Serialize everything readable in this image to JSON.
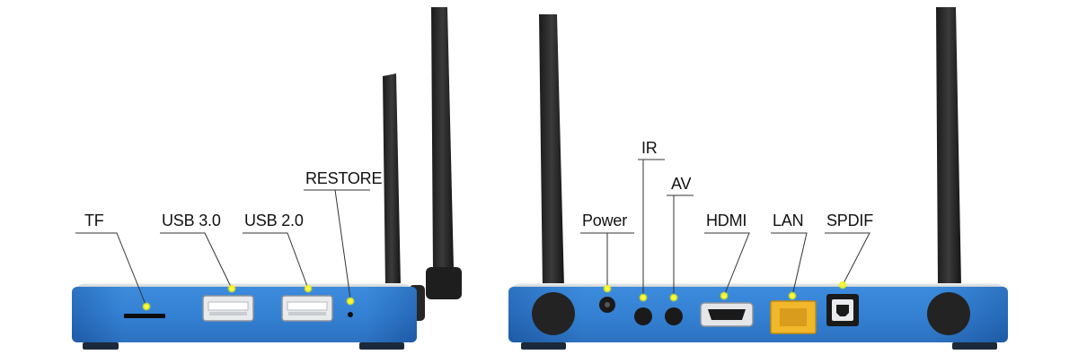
{
  "front_panel": {
    "ports": [
      {
        "id": "tf",
        "label": "TF"
      },
      {
        "id": "usb3",
        "label": "USB 3.0"
      },
      {
        "id": "usb2",
        "label": "USB 2.0"
      },
      {
        "id": "restore",
        "label": "RESTORE"
      }
    ]
  },
  "back_panel": {
    "ports": [
      {
        "id": "power",
        "label": "Power"
      },
      {
        "id": "ir",
        "label": "IR"
      },
      {
        "id": "av",
        "label": "AV"
      },
      {
        "id": "hdmi",
        "label": "HDMI"
      },
      {
        "id": "lan",
        "label": "LAN"
      },
      {
        "id": "spdif",
        "label": "SPDIF"
      }
    ]
  },
  "colors": {
    "body_blue": "#2f78c8",
    "top_silver": "#d9dde2",
    "antenna": "#2a2a2a",
    "marker": "#f2f212",
    "lan_port": "#f0b82a"
  }
}
